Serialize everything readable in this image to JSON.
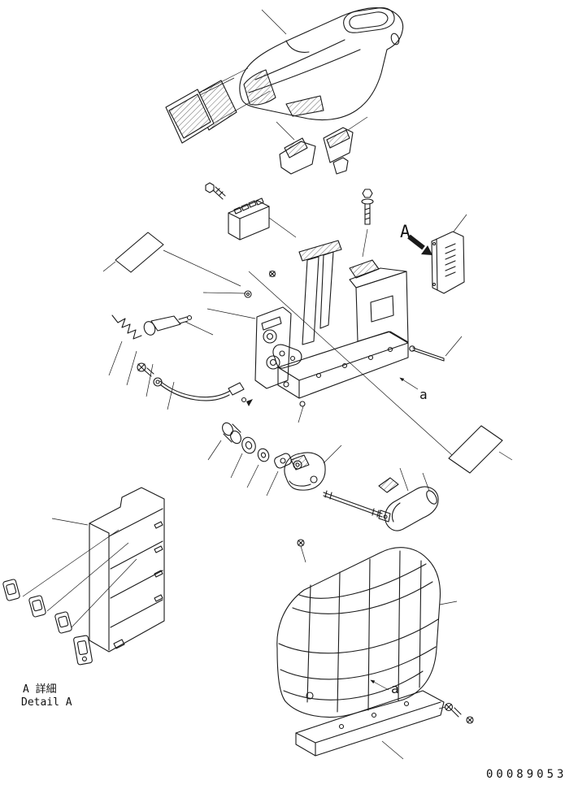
{
  "diagram": {
    "colors": {
      "background": "#ffffff",
      "line": "#1a1a1a"
    },
    "callouts": {
      "view_marker": "A",
      "pin_marker": "a",
      "plate_marker": "a",
      "detail_caption_jp": "A 詳細",
      "detail_caption_en": "Detail A"
    },
    "part_number": "00089053"
  }
}
